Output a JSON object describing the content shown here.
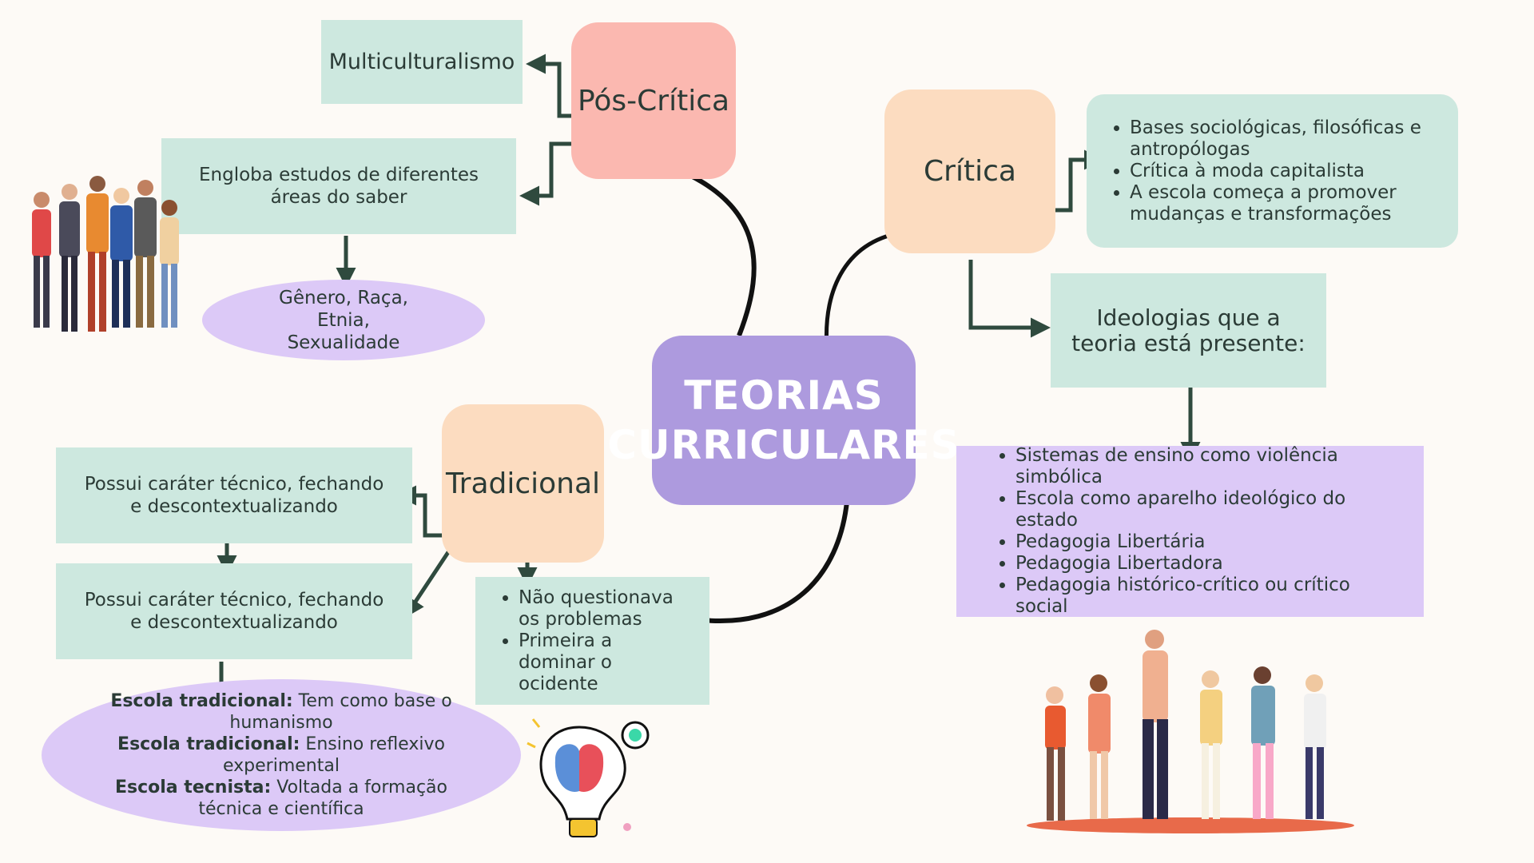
{
  "center": {
    "line1": "TEORIAS",
    "line2": "CURRICULARES"
  },
  "pos_critica": {
    "title": "Pós-Crítica",
    "multiculturalismo": "Multiculturalismo",
    "engloba": "Engloba estudos de diferentes áreas do saber",
    "genero": "Gênero, Raça, Etnia, Sexualidade"
  },
  "critica": {
    "title": "Crítica",
    "bases": [
      "Bases sociológicas, filosóficas e antropólogas",
      "Crítica à moda capitalista",
      "A escola começa a promover mudanças e transformações"
    ],
    "ideologias_title": "Ideologias que a teoria está presente:",
    "ideologias": [
      "Sistemas de ensino como violência simbólica",
      "Escola como aparelho ideológico do estado",
      "Pedagogia Libertária",
      "Pedagogia Libertadora",
      "Pedagogia histórico-crítico ou crítico social"
    ]
  },
  "tradicional": {
    "title": "Tradicional",
    "carater1": "Possui caráter técnico, fechando e descontextualizando",
    "carater2": "Possui caráter técnico, fechando e descontextualizando",
    "nao_questionava": [
      "Não questionava os problemas",
      "Primeira a dominar o ocidente"
    ],
    "escolas": [
      {
        "label": "Escola tradicional:",
        "text": " Tem como base o humanismo"
      },
      {
        "label": "Escola tradicional:",
        "text": " Ensino reflexivo experimental"
      },
      {
        "label": "Escola tecnista:",
        "text": " Voltada a formação técnica e científica"
      }
    ]
  },
  "colors": {
    "background": "#fdfaf6",
    "mint": "#cde8df",
    "lavender": "#dcc9f7",
    "peach": "#fcdcc0",
    "pink": "#fbb8b0",
    "center": "#ad9ade",
    "arrow": "#2f4a3e"
  },
  "icons": [
    "crowd-illustration",
    "lightbulb-brain-illustration",
    "students-teacher-illustration"
  ]
}
